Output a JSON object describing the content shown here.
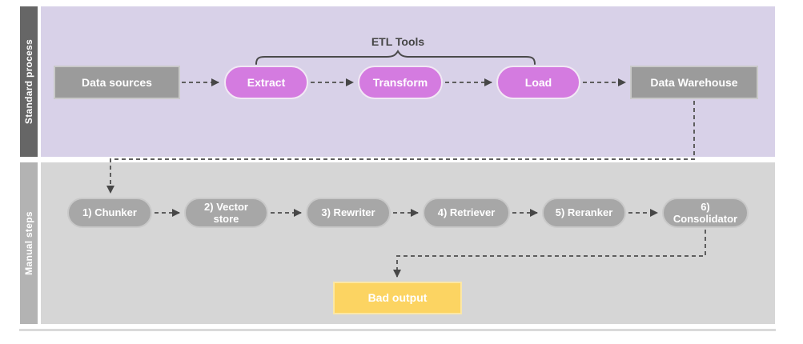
{
  "colors": {
    "standard_lane_background": "#d8d1e8",
    "standard_lane_bar": "#666666",
    "manual_lane_background": "#d6d6d6",
    "manual_lane_bar": "#b3b3b3",
    "etl_pill_fill": "#d47be0",
    "gray_box_fill": "#9b9b9b",
    "manual_pill_fill": "#a7a7a7",
    "bad_output_fill": "#fcd462",
    "connector_stroke": "#5e5e5e",
    "brace_stroke": "#4a4a4a"
  },
  "brace": {
    "label": "ETL Tools",
    "spans": [
      "Extract",
      "Transform",
      "Load"
    ]
  },
  "lanes": [
    {
      "label": "Standard process",
      "nodes": [
        {
          "label": "Data sources",
          "style": "gray-rect"
        },
        {
          "label": "Extract",
          "style": "pink-pill"
        },
        {
          "label": "Transform",
          "style": "pink-pill"
        },
        {
          "label": "Load",
          "style": "pink-pill"
        },
        {
          "label": "Data Warehouse",
          "style": "gray-rect"
        }
      ]
    },
    {
      "label": "Manual steps",
      "nodes": [
        {
          "label": "1) Chunker",
          "style": "gray-pill"
        },
        {
          "label": "2) Vector\nstore",
          "style": "gray-pill"
        },
        {
          "label": "3) Rewriter",
          "style": "gray-pill"
        },
        {
          "label": "4) Retriever",
          "style": "gray-pill"
        },
        {
          "label": "5) Reranker",
          "style": "gray-pill"
        },
        {
          "label": "6)\nConsolidator",
          "style": "gray-pill"
        },
        {
          "label": "Bad output",
          "style": "yellow-rect"
        }
      ]
    }
  ],
  "connections": [
    {
      "from": "Data sources",
      "to": "Extract",
      "style": "dashed-arrow"
    },
    {
      "from": "Extract",
      "to": "Transform",
      "style": "dashed-arrow"
    },
    {
      "from": "Transform",
      "to": "Load",
      "style": "dashed-arrow"
    },
    {
      "from": "Load",
      "to": "Data Warehouse",
      "style": "dashed-arrow"
    },
    {
      "from": "Data Warehouse",
      "to": "1) Chunker",
      "style": "dashed-arrow"
    },
    {
      "from": "1) Chunker",
      "to": "2) Vector store",
      "style": "dashed-arrow"
    },
    {
      "from": "2) Vector store",
      "to": "3) Rewriter",
      "style": "dashed-arrow"
    },
    {
      "from": "3) Rewriter",
      "to": "4) Retriever",
      "style": "dashed-arrow"
    },
    {
      "from": "4) Retriever",
      "to": "5) Reranker",
      "style": "dashed-arrow"
    },
    {
      "from": "5) Reranker",
      "to": "6) Consolidator",
      "style": "dashed-arrow"
    },
    {
      "from": "6) Consolidator",
      "to": "Bad output",
      "style": "dashed-arrow"
    }
  ]
}
